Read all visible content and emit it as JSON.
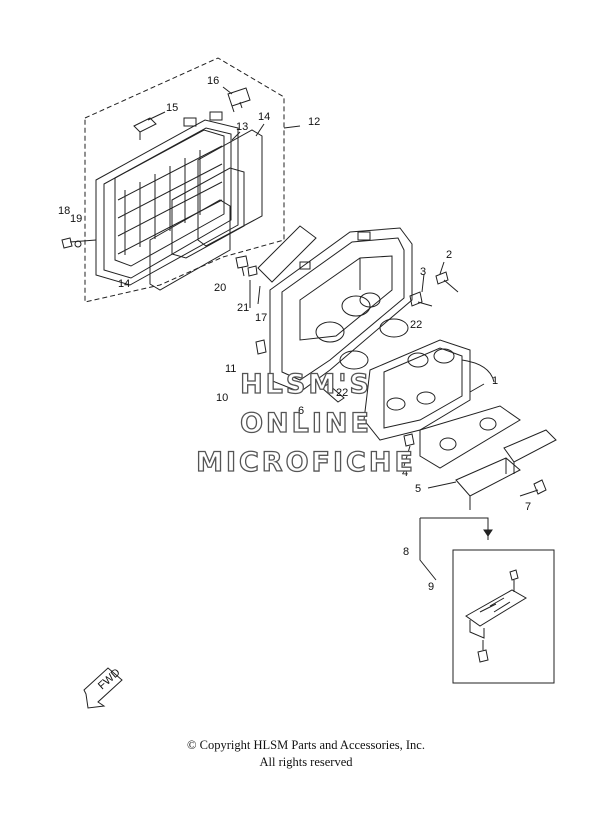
{
  "callouts": {
    "c1": "1",
    "c2": "2",
    "c3": "3",
    "c4": "4",
    "c5": "5",
    "c6": "6",
    "c7": "7",
    "c8": "8",
    "c9": "9",
    "c10": "10",
    "c11": "11",
    "c12": "12",
    "c13": "13",
    "c14a": "14",
    "c14b": "14",
    "c15": "15",
    "c16": "16",
    "c17": "17",
    "c18": "18",
    "c19": "19",
    "c20": "20",
    "c21": "21",
    "c22a": "22",
    "c22b": "22"
  },
  "fwd_label": "FWD",
  "watermark": {
    "line1": "HLSM'S",
    "line2": "ONLINE",
    "line3": "MICROFICHE"
  },
  "footer": {
    "copyright": "© Copyright HLSM Parts and Accessories, Inc.",
    "rights": "All rights reserved"
  }
}
